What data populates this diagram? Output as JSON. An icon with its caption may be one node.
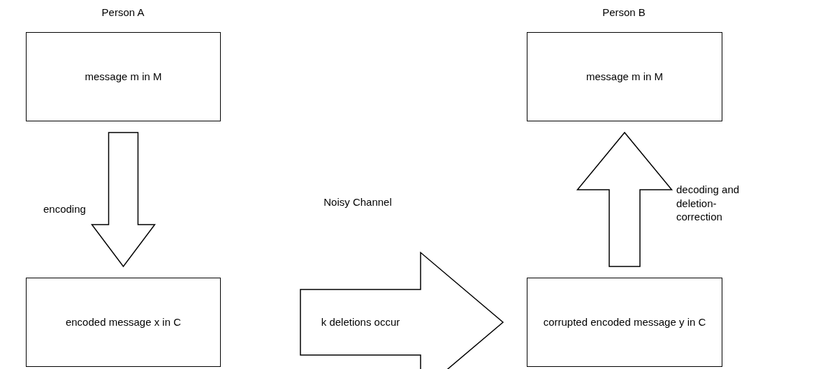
{
  "diagram": {
    "nodes": [
      {
        "text": [
          "message m in M"
        ]
      },
      {
        "text": [
          "message m in M"
        ]
      },
      {
        "text": [
          "encoded message x in C"
        ]
      },
      {
        "text": [
          "corrupted encoded message y in C"
        ]
      }
    ],
    "edges": [
      {
        "from": 0,
        "to": 2,
        "arrow": "to",
        "label": "encoding"
      },
      {
        "from": 2,
        "to": 3,
        "arrow": "to",
        "label": "k deletions occur"
      },
      {
        "from": 3,
        "to": 1,
        "arrow": "to",
        "label": "decoding and deletion-correction"
      }
    ],
    "labels": [
      "Person A",
      "Person B",
      "Noisy Channel"
    ]
  }
}
